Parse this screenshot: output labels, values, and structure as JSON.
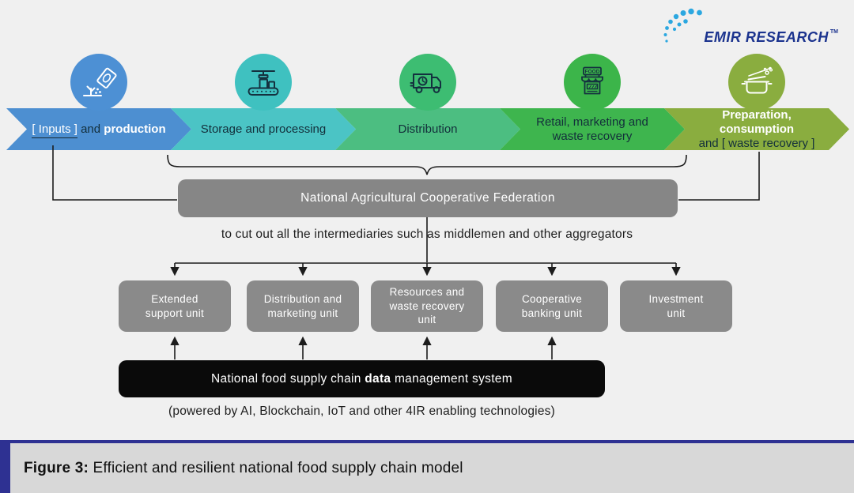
{
  "logo": {
    "text": "EMIR RESEARCH",
    "tm": "TM"
  },
  "colors": {
    "background": "#F0F0F0",
    "segment_inputs": "#4D8FD1",
    "segment_storage": "#4BC4C5",
    "segment_distribution": "#4CBE81",
    "segment_retail": "#3EB54E",
    "segment_preparation": "#8AAD3F",
    "unit_box_gray": "#8A8A8A",
    "federation_box_gray": "#868686",
    "data_box_black": "#0A0A0A",
    "caption_accent_navy": "#2E3192",
    "caption_background": "#D8D8D8",
    "logo_navy": "#1B338E",
    "logo_dots_blue": "#2BA7E0"
  },
  "chain": {
    "segments": [
      {
        "name": "inputs-and-production",
        "icon": "seed-sowing-icon",
        "parts": [
          "[ Inputs ]",
          " and ",
          "production"
        ]
      },
      {
        "name": "storage-and-processing",
        "icon": "conveyor-processing-icon",
        "label": "Storage and processing"
      },
      {
        "name": "distribution",
        "icon": "delivery-truck-icon",
        "label": "Distribution"
      },
      {
        "name": "retail-marketing-waste-recovery",
        "icon": "food-store-icon",
        "label": "Retail, marketing and\nwaste recovery"
      },
      {
        "name": "preparation-consumption-waste-recovery",
        "icon": "cooking-pot-icon",
        "parts": [
          "Preparation, consumption",
          "and ",
          "[ waste recovery ]"
        ]
      }
    ]
  },
  "federation": {
    "label": "National Agricultural Cooperative Federation"
  },
  "intermediaries_note": "to cut out all the intermediaries such as middlemen and other aggregators",
  "units": [
    "Extended\nsupport unit",
    "Distribution and\nmarketing unit",
    "Resources and\nwaste recovery\nunit",
    "Cooperative\nbanking unit",
    "Investment\nunit"
  ],
  "data_system": {
    "parts": [
      "National food supply chain ",
      "data",
      " management system"
    ]
  },
  "powered_note": "(powered by AI, Blockchain, IoT and other 4IR enabling technologies)",
  "store_sign": "FOOD",
  "caption": {
    "label": "Figure 3:",
    "text": " Efficient and resilient national food supply chain model"
  }
}
